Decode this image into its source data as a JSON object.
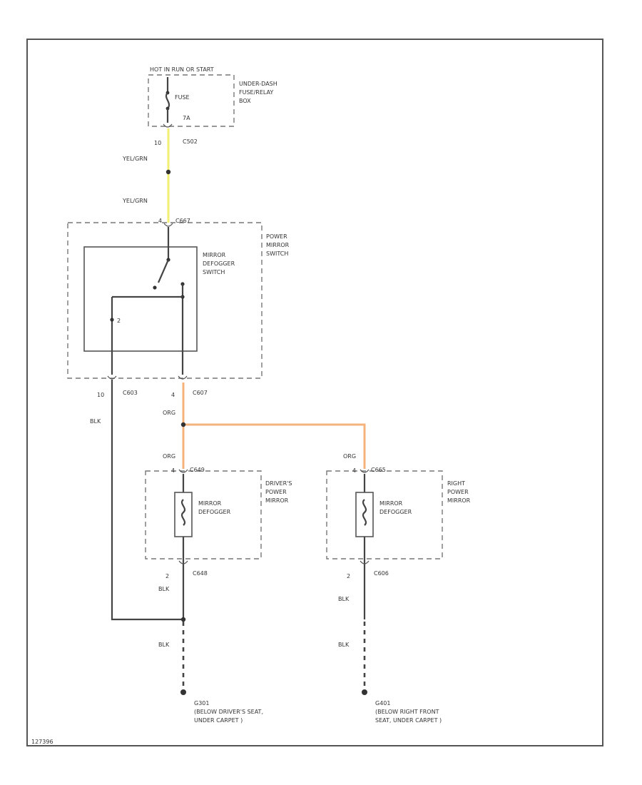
{
  "power_source": "HOT IN RUN OR START",
  "fuse_box": {
    "label": [
      "UNDER-DASH",
      "FUSE/RELAY",
      "BOX"
    ],
    "fuse_label": "FUSE",
    "fuse_number": "7A",
    "pin": "10",
    "connector": "C502"
  },
  "wires": {
    "yel_grn_1": "YEL/GRN",
    "yel_grn_2": "YEL/GRN",
    "org_main": "ORG",
    "org_left": "ORG",
    "org_right": "ORG",
    "blk_switch": "BLK",
    "blk_left_1": "BLK",
    "blk_left_2": "BLK",
    "blk_right_1": "BLK",
    "blk_right_2": "BLK"
  },
  "power_mirror_switch": {
    "label": [
      "POWER",
      "MIRROR",
      "SWITCH"
    ],
    "top_connector": "C667",
    "pin_top": "4",
    "inner_label": [
      "MIRROR",
      "DEFOGGER",
      "SWITCH"
    ],
    "inner_pin": "2",
    "bottom_left_pin": "10",
    "bottom_left_connector": "C603",
    "bottom_right_pin": "4",
    "bottom_right_connector": "C607"
  },
  "drivers_mirror": {
    "label": [
      "DRIVER'S",
      "POWER",
      "MIRROR"
    ],
    "top_connector": "C649",
    "top_pin": "4",
    "inner_label": [
      "MIRROR",
      "DEFOGGER"
    ],
    "bottom_pin": "2",
    "bottom_connector": "C648"
  },
  "right_mirror": {
    "label": [
      "RIGHT",
      "POWER",
      "MIRROR"
    ],
    "top_connector": "C665",
    "top_pin": "4",
    "inner_label": [
      "MIRROR",
      "DEFOGGER"
    ],
    "bottom_pin": "2",
    "bottom_connector": "C606"
  },
  "ground_left": {
    "id": "G301",
    "location": [
      "(BELOW DRIVER'S SEAT,",
      "UNDER CARPET )"
    ]
  },
  "ground_right": {
    "id": "G401",
    "location": [
      "(BELOW RIGHT FRONT",
      "SEAT, UNDER CARPET )"
    ]
  },
  "figure_code": "127396"
}
